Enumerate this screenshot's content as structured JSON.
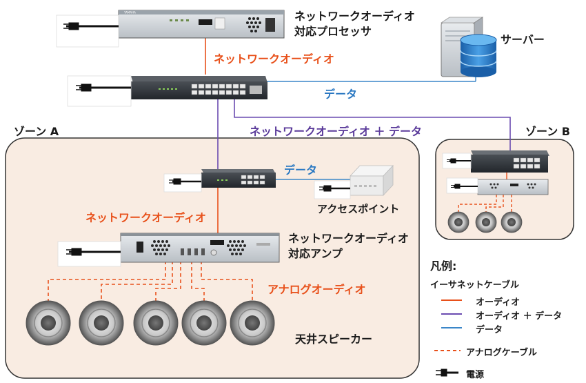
{
  "colors": {
    "audio": "#e8501a",
    "data": "#3a86c8",
    "audio_data": "#6a4bb0",
    "analog": "#e8501a",
    "zone_fill": "#f9ece2",
    "zone_border": "#333333",
    "text": "#1a1a1a"
  },
  "devices": {
    "processor_label_line1": "ネットワークオーディオ",
    "processor_label_line2": "対応プロセッサ",
    "server_label": "サーバー",
    "access_point_label": "アクセスポイント",
    "amp_label_line1": "ネットワークオーディオ",
    "amp_label_line2": "対応アンプ",
    "speakers_label": "天井スピーカー",
    "brand": "YAMAHA"
  },
  "connections": {
    "network_audio_top": "ネットワークオーディオ",
    "data_top": "データ",
    "network_audio_plus_data": "ネットワークオーディオ ＋ データ",
    "data_zone_a": "データ",
    "network_audio_zone_a": "ネットワークオーディオ",
    "analog_audio": "アナログオーディオ"
  },
  "zones": {
    "zone_a": "ゾーン A",
    "zone_b": "ゾーン B"
  },
  "legend": {
    "title": "凡例:",
    "ethernet": "イーサネットケーブル",
    "audio": "オーディオ",
    "audio_data": "オーディオ ＋ データ",
    "data": "データ",
    "analog": "アナログケーブル",
    "power": "電源"
  }
}
